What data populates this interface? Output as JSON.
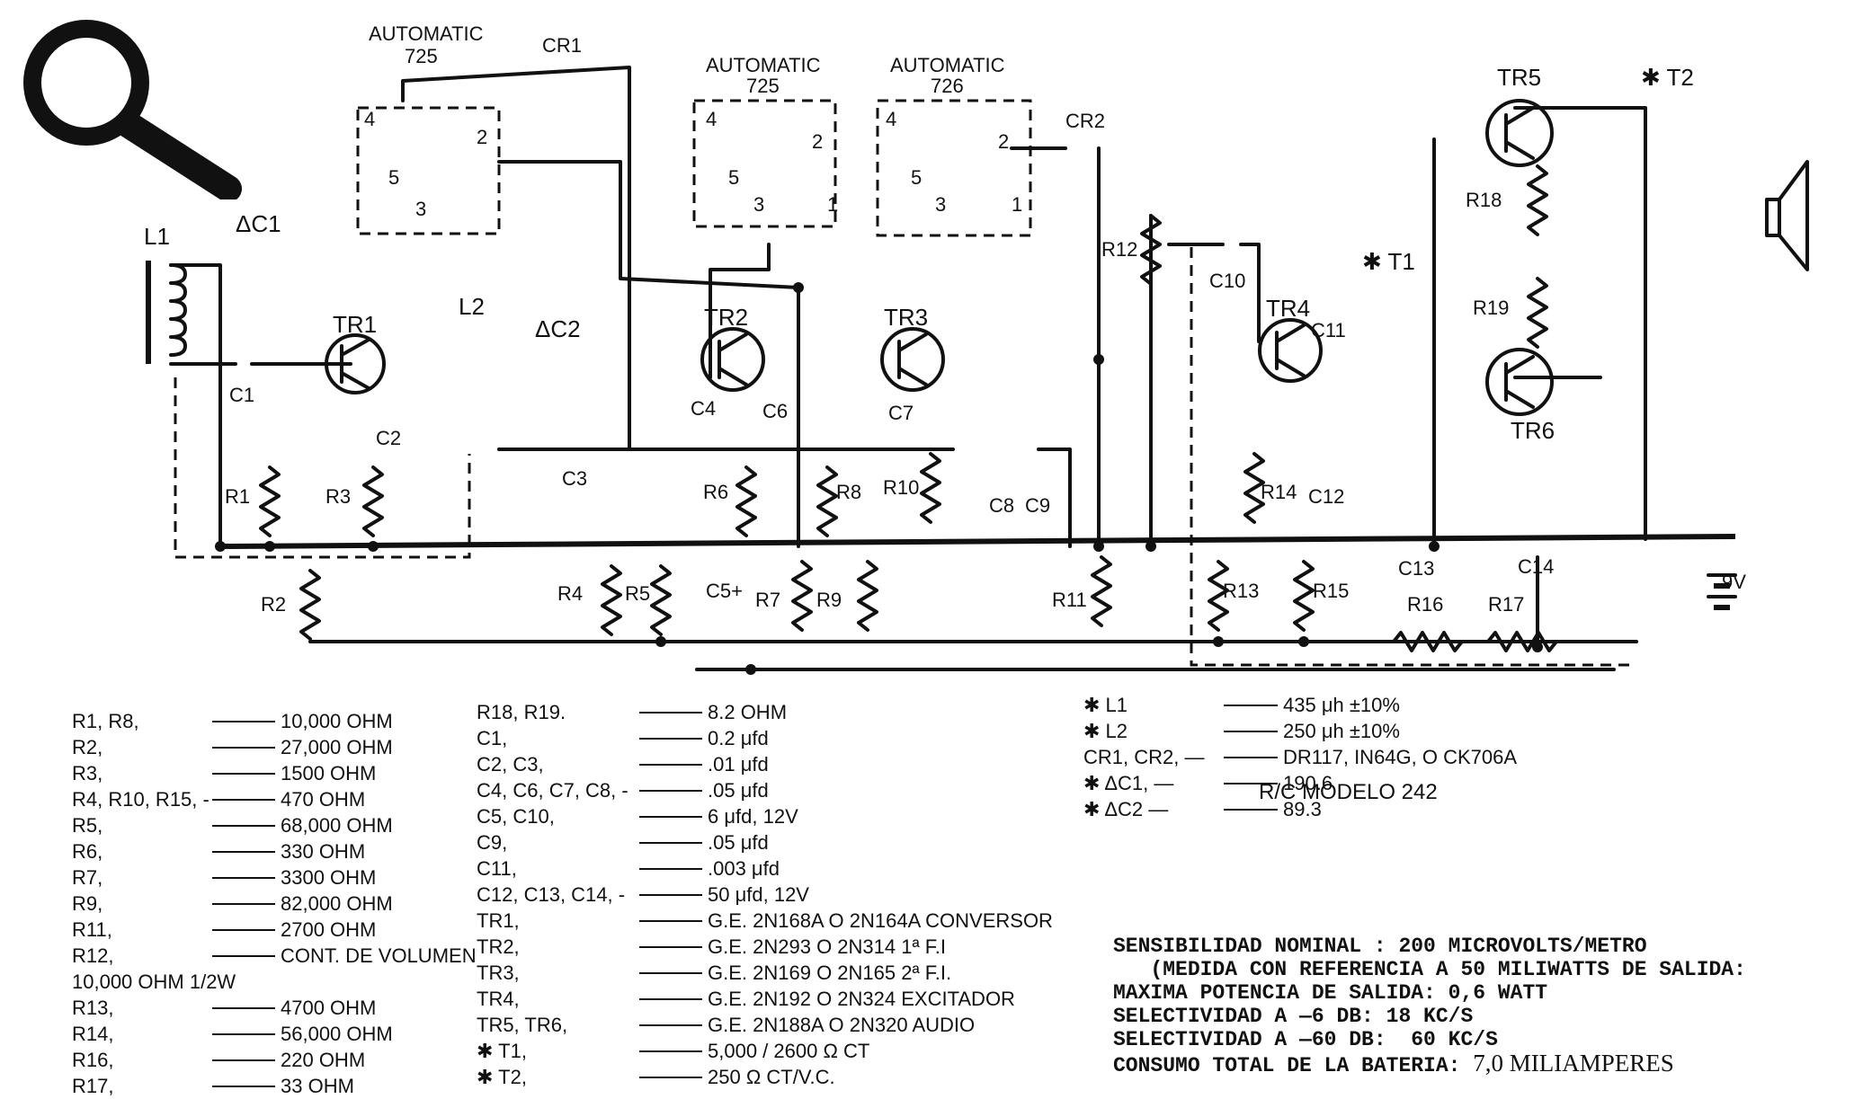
{
  "icons": {
    "magnifier": "magnifier-icon"
  },
  "labels": {
    "automatic_1": "AUTOMATIC",
    "automatic_1_num": "725",
    "automatic_2": "AUTOMATIC",
    "automatic_2_num": "725",
    "automatic_3": "AUTOMATIC",
    "automatic_3_num": "726",
    "cr1": "CR1",
    "cr2": "CR2",
    "l1": "L1",
    "l2": "L2",
    "dc1": "ΔC1",
    "dc2": "ΔC2",
    "tr1": "TR1",
    "tr2": "TR2",
    "tr3": "TR3",
    "tr4": "TR4",
    "tr5": "TR5",
    "tr6": "TR6",
    "t1": "✱ T1",
    "t2": "✱ T2",
    "c1": "C1",
    "c2": "C2",
    "c3": "C3",
    "c4": "C4",
    "c5": "C5+",
    "c6": "C6",
    "c7": "C7",
    "c8": "C8",
    "c9": "C9",
    "c10": "C10",
    "c11": "C11",
    "c12": "C12",
    "c13": "C13",
    "c14": "C14",
    "r1": "R1",
    "r2": "R2",
    "r3": "R3",
    "r4": "R4",
    "r5": "R5",
    "r6": "R6",
    "r7": "R7",
    "r8": "R8",
    "r9": "R9",
    "r10": "R10",
    "r11": "R11",
    "r12": "R12",
    "r13": "R13",
    "r14": "R14",
    "r15": "R15",
    "r16": "R16",
    "r17": "R17",
    "r18": "R18",
    "r19": "R19",
    "battery": "9V",
    "pin4": "4",
    "pin5": "5",
    "pin3": "3",
    "pin2": "2",
    "pin1": "1"
  },
  "parts_left": [
    {
      "name": "R1, R8,",
      "value": "10,000 OHM"
    },
    {
      "name": "R2,",
      "value": "27,000 OHM"
    },
    {
      "name": "R3,",
      "value": "1500 OHM"
    },
    {
      "name": "R4, R10, R15, -",
      "value": "470 OHM"
    },
    {
      "name": "R5,",
      "value": "68,000 OHM"
    },
    {
      "name": "R6,",
      "value": "330 OHM"
    },
    {
      "name": "R7,",
      "value": "3300 OHM"
    },
    {
      "name": "R9,",
      "value": "82,000 OHM"
    },
    {
      "name": "R11,",
      "value": "2700 OHM"
    },
    {
      "name": "R12,",
      "value": "CONT. DE VOLUMEN"
    },
    {
      "name": "10,000 OHM 1/2W",
      "value": ""
    },
    {
      "name": "R13,",
      "value": "4700 OHM"
    },
    {
      "name": "R14,",
      "value": "56,000 OHM"
    },
    {
      "name": "R16,",
      "value": "220 OHM"
    },
    {
      "name": "R17,",
      "value": "33 OHM"
    }
  ],
  "parts_middle": [
    {
      "name": "R18, R19.",
      "value": "8.2 OHM"
    },
    {
      "name": "C1,",
      "value": "0.2 μfd"
    },
    {
      "name": "C2, C3,",
      "value": ".01 μfd"
    },
    {
      "name": "C4, C6, C7, C8, -",
      "value": ".05 μfd"
    },
    {
      "name": "C5, C10,",
      "value": "6 μfd, 12V"
    },
    {
      "name": "C9,",
      "value": ".05 μfd"
    },
    {
      "name": "C11,",
      "value": ".003 μfd"
    },
    {
      "name": "C12, C13, C14, -",
      "value": "50 μfd, 12V"
    },
    {
      "name": "TR1,",
      "value": "G.E. 2N168A O   2N164A CONVERSOR"
    },
    {
      "name": "TR2,",
      "value": "G.E. 2N293 O   2N314  1ª F.I"
    },
    {
      "name": "TR3,",
      "value": "G.E. 2N169 O   2N165  2ª F.I."
    },
    {
      "name": "TR4,",
      "value": "G.E. 2N192 O   2N324 EXCITADOR"
    },
    {
      "name": "TR5, TR6,",
      "value": "G.E. 2N188A O   2N320 AUDIO"
    },
    {
      "name": "✱ T1,",
      "value": "5,000 / 2600 Ω CT"
    },
    {
      "name": "✱ T2,",
      "value": "250 Ω CT/V.C."
    }
  ],
  "parts_right": [
    {
      "name": "✱ L1",
      "value": "435 μh ±10%"
    },
    {
      "name": "✱ L2",
      "value": "250 μh ±10%"
    },
    {
      "name": "CR1, CR2, —",
      "value": "DR117, IN64G, O   CK706A"
    },
    {
      "name": "✱ ΔC1, —",
      "value": "190.6"
    },
    {
      "name": "✱ ΔC2 —",
      "value": "89.3"
    }
  ],
  "rc_model": "R/C MODELO   242",
  "specs": {
    "line1": "SENSIBILIDAD NOMINAL : 200 MICROVOLTS/METRO",
    "line2": "   (MEDIDA CON REFERENCIA A 50 MILIWATTS DE SALIDA:",
    "line3": "MAXIMA POTENCIA DE SALIDA: 0,6 WATT",
    "line4": "SELECTIVIDAD A —6 DB: 18 KC/S",
    "line5": "SELECTIVIDAD A —60 DB:  60 KC/S",
    "line6_a": "CONSUMO TOTAL DE LA BATERIA: ",
    "line6_b": "7,0 MILIAMPERES"
  }
}
